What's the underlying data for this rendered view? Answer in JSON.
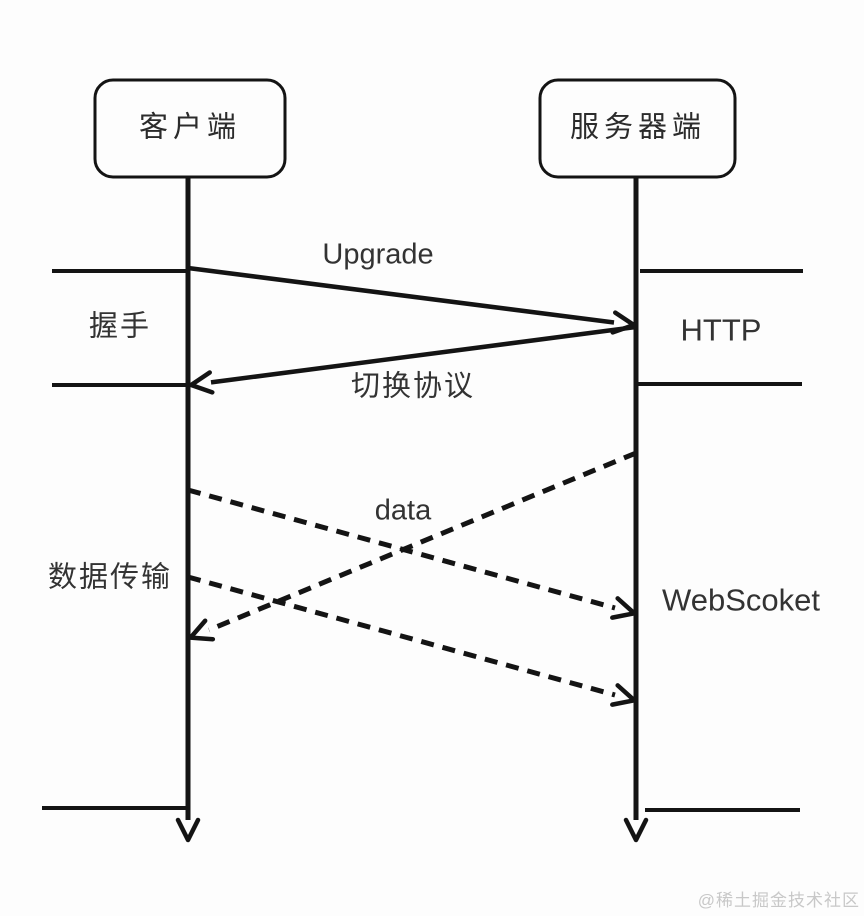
{
  "diagram": {
    "title_hint": "WebSocket handshake sequence diagram",
    "actors": [
      {
        "id": "client",
        "label": "客户端"
      },
      {
        "id": "server",
        "label": "服务器端"
      }
    ],
    "phases": [
      {
        "left_label": "握手",
        "right_label": "HTTP"
      },
      {
        "left_label": "数据传输",
        "right_label": "WebScoket"
      }
    ],
    "messages": [
      {
        "label": "Upgrade",
        "from": "client",
        "to": "server",
        "style": "solid"
      },
      {
        "label": "切换协议",
        "from": "server",
        "to": "client",
        "style": "solid"
      },
      {
        "label": "data",
        "from": "client",
        "to": "server",
        "style": "dashed"
      },
      {
        "label": "",
        "from": "server",
        "to": "client",
        "style": "dashed"
      },
      {
        "label": "",
        "from": "client",
        "to": "server",
        "style": "dashed"
      }
    ],
    "watermark": "@稀土掘金技术社区",
    "colors": {
      "line": "#141414",
      "text": "#333333",
      "watermark": "#c8c8c8",
      "background": "#fdfdfd"
    }
  }
}
